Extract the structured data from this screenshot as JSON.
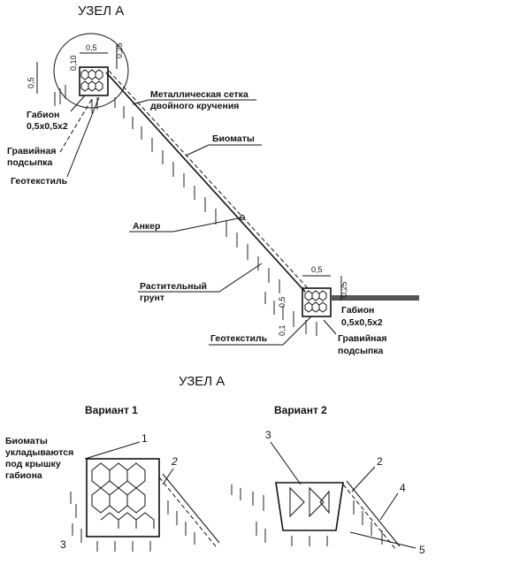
{
  "top": {
    "title": "УЗЕЛ А",
    "labels": {
      "mesh_1": "Металлическая сетка",
      "mesh_2": "двойного кручения",
      "biomats": "Биоматы",
      "gabion_top_1": "Габион",
      "gabion_top_2": "0,5х0,5х2",
      "gravel_top_1": "Гравийная",
      "gravel_top_2": "подсыпка",
      "geotextile_top": "Геотекстиль",
      "anchor": "Анкер",
      "soil_1": "Растительный",
      "soil_2": "грунт",
      "gabion_bottom_1": "Габион",
      "gabion_bottom_2": "0,5х0,5х2",
      "geotextile_bottom": "Геотекстиль",
      "gravel_bottom_1": "Гравийная",
      "gravel_bottom_2": "подсыпка"
    },
    "dims": {
      "top_05": "0,5",
      "top_010": "0,10",
      "top_025": "0,25",
      "top_left_05": "0,5",
      "bot_05": "0,5",
      "bot_025": "0,25",
      "bot_left_05": "0,5",
      "bot_left_01": "0,1"
    }
  },
  "bottom": {
    "title": "УЗЕЛ А",
    "variant1": {
      "title": "Вариант 1",
      "note_1": "Биоматы",
      "note_2": "укладываются",
      "note_3": "под крышку",
      "note_4": "габиона",
      "n1": "1",
      "n2": "2",
      "n3": "3"
    },
    "variant2": {
      "title": "Вариант 2",
      "n3": "3",
      "n2": "2",
      "n4": "4",
      "n5": "5"
    }
  }
}
